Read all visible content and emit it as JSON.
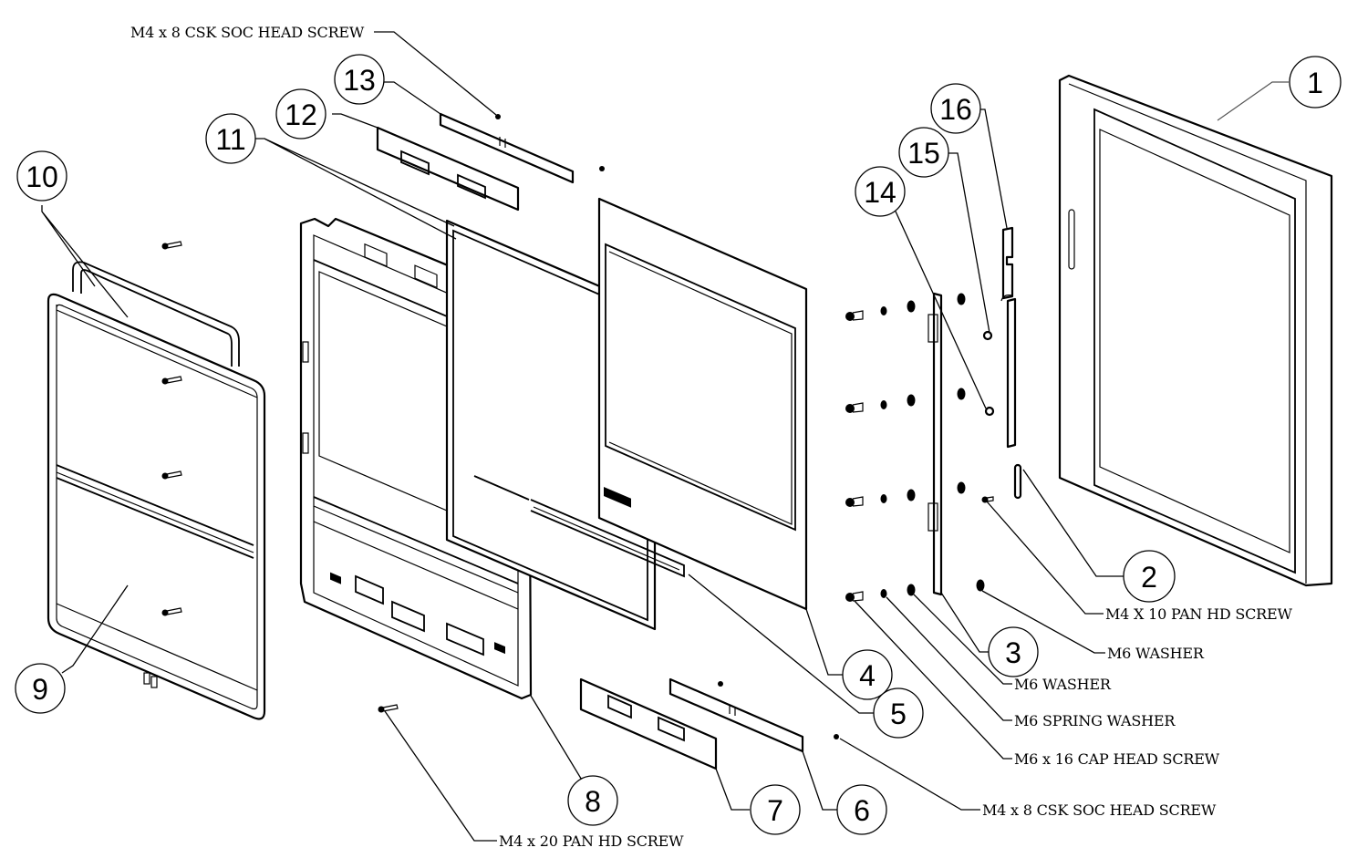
{
  "diagram": {
    "type": "exploded-parts-view",
    "items": [
      {
        "num": "1"
      },
      {
        "num": "2"
      },
      {
        "num": "3"
      },
      {
        "num": "4"
      },
      {
        "num": "5"
      },
      {
        "num": "6"
      },
      {
        "num": "7"
      },
      {
        "num": "8"
      },
      {
        "num": "9"
      },
      {
        "num": "10"
      },
      {
        "num": "11"
      },
      {
        "num": "12"
      },
      {
        "num": "13"
      },
      {
        "num": "14"
      },
      {
        "num": "15"
      },
      {
        "num": "16"
      }
    ],
    "hardware_labels": {
      "top_screw": "M4 x 8 CSK SOC HEAD SCREW",
      "pan_screw_10": "M4 X 10 PAN HD SCREW",
      "washer_a": "M6 WASHER",
      "washer_b": "M6 WASHER",
      "spring_washer": "M6 SPRING WASHER",
      "cap_screw": "M6 x 16 CAP HEAD SCREW",
      "bottom_screw": "M4 x 8 CSK SOC HEAD SCREW",
      "pan_screw_20": "M4 x 20 PAN HD SCREW"
    }
  }
}
